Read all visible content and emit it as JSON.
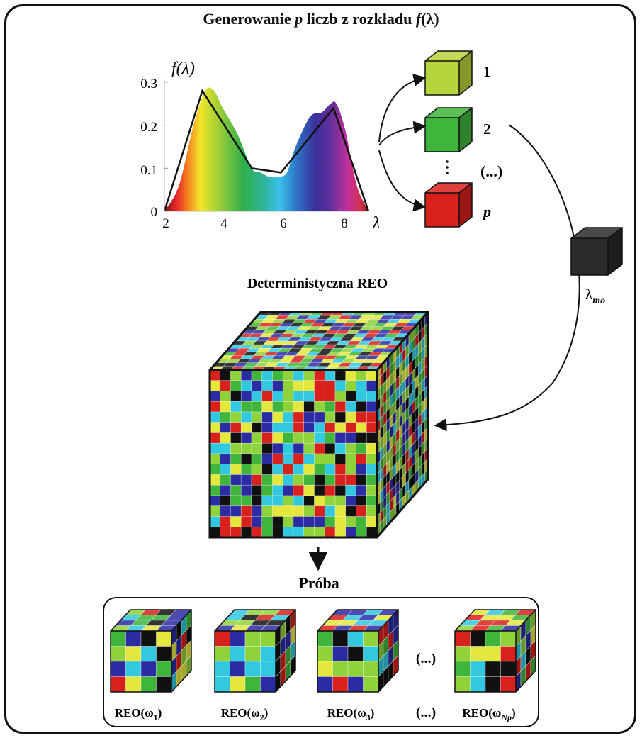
{
  "title": {
    "prefix": "Generowanie ",
    "p": "p",
    "middle": " liczb z rozkładu ",
    "f": "f",
    "arg": "(λ)"
  },
  "plot": {
    "ylabel": "f(λ)",
    "xlabel": "λ",
    "y_ticks": [
      "0.3",
      "0.2",
      "0.1",
      "0"
    ],
    "x_ticks": [
      "2",
      "4",
      "6",
      "8"
    ]
  },
  "chart_data": {
    "type": "area",
    "x_range": [
      2,
      9
    ],
    "y_range": [
      0,
      0.3
    ],
    "fill_curve": {
      "x": [
        2.0,
        2.5,
        3.0,
        3.4,
        3.7,
        4.0,
        4.5,
        5.0,
        5.3,
        5.6,
        5.9,
        6.2,
        6.5,
        7.0,
        7.4,
        7.7,
        7.9,
        8.2,
        8.6,
        9.0
      ],
      "y": [
        0.0,
        0.06,
        0.2,
        0.28,
        0.28,
        0.24,
        0.18,
        0.1,
        0.09,
        0.08,
        0.08,
        0.09,
        0.15,
        0.22,
        0.23,
        0.25,
        0.25,
        0.19,
        0.06,
        0.0
      ]
    },
    "approx_line": {
      "x": [
        2.0,
        3.3,
        5.0,
        6.0,
        7.8,
        9.0
      ],
      "y": [
        0.0,
        0.28,
        0.1,
        0.09,
        0.24,
        0.0
      ]
    }
  },
  "p_cubes": [
    {
      "label": "1",
      "color": "#b7d43a"
    },
    {
      "label": "2",
      "color": "#3fb53b"
    },
    {
      "label": "(...)",
      "color": ""
    },
    {
      "label": "p",
      "color": "#d8201c"
    }
  ],
  "lambda_mo": {
    "main": "λ",
    "sub": "mo",
    "color": "#2a2a2a"
  },
  "deterministic": {
    "title": "Deterministyczna REO",
    "palette": [
      "#2b2ba3",
      "#3fb53b",
      "#8fd23a",
      "#e4e83c",
      "#d8201c",
      "#31c8e0",
      "#111111"
    ]
  },
  "sample": {
    "title": "Próba",
    "items": [
      {
        "label": "REO(ω",
        "sub": "1"
      },
      {
        "label": "REO(ω",
        "sub": "2"
      },
      {
        "label": "REO(ω",
        "sub": "3"
      },
      {
        "label": "REO(ω",
        "sub": "Np"
      }
    ],
    "ellipsis": "(...)",
    "ellipsis_label": "(...)"
  }
}
